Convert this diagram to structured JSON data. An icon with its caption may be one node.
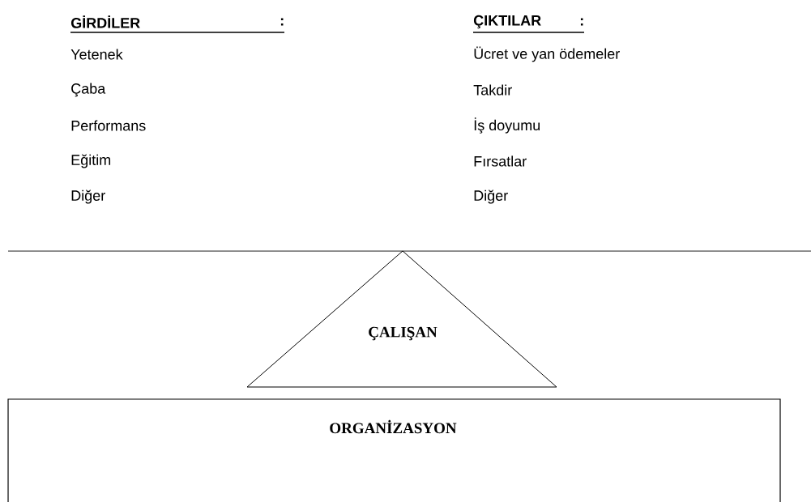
{
  "diagram": {
    "nodes": [
      {
        "text": [
          "ÇALIŞAN"
        ]
      },
      {
        "text": [
          "ORGANİZASYON"
        ]
      }
    ],
    "labels": [
      "GİRDİLER",
      ":",
      "Yetenek",
      "Çaba",
      "Performans",
      "Eğitim",
      "Diğer",
      "ÇIKTILAR",
      ":",
      "Ücret ve yan ödemeler",
      "Takdir",
      "İş doyumu",
      "Fırsatlar",
      "Diğer"
    ]
  }
}
